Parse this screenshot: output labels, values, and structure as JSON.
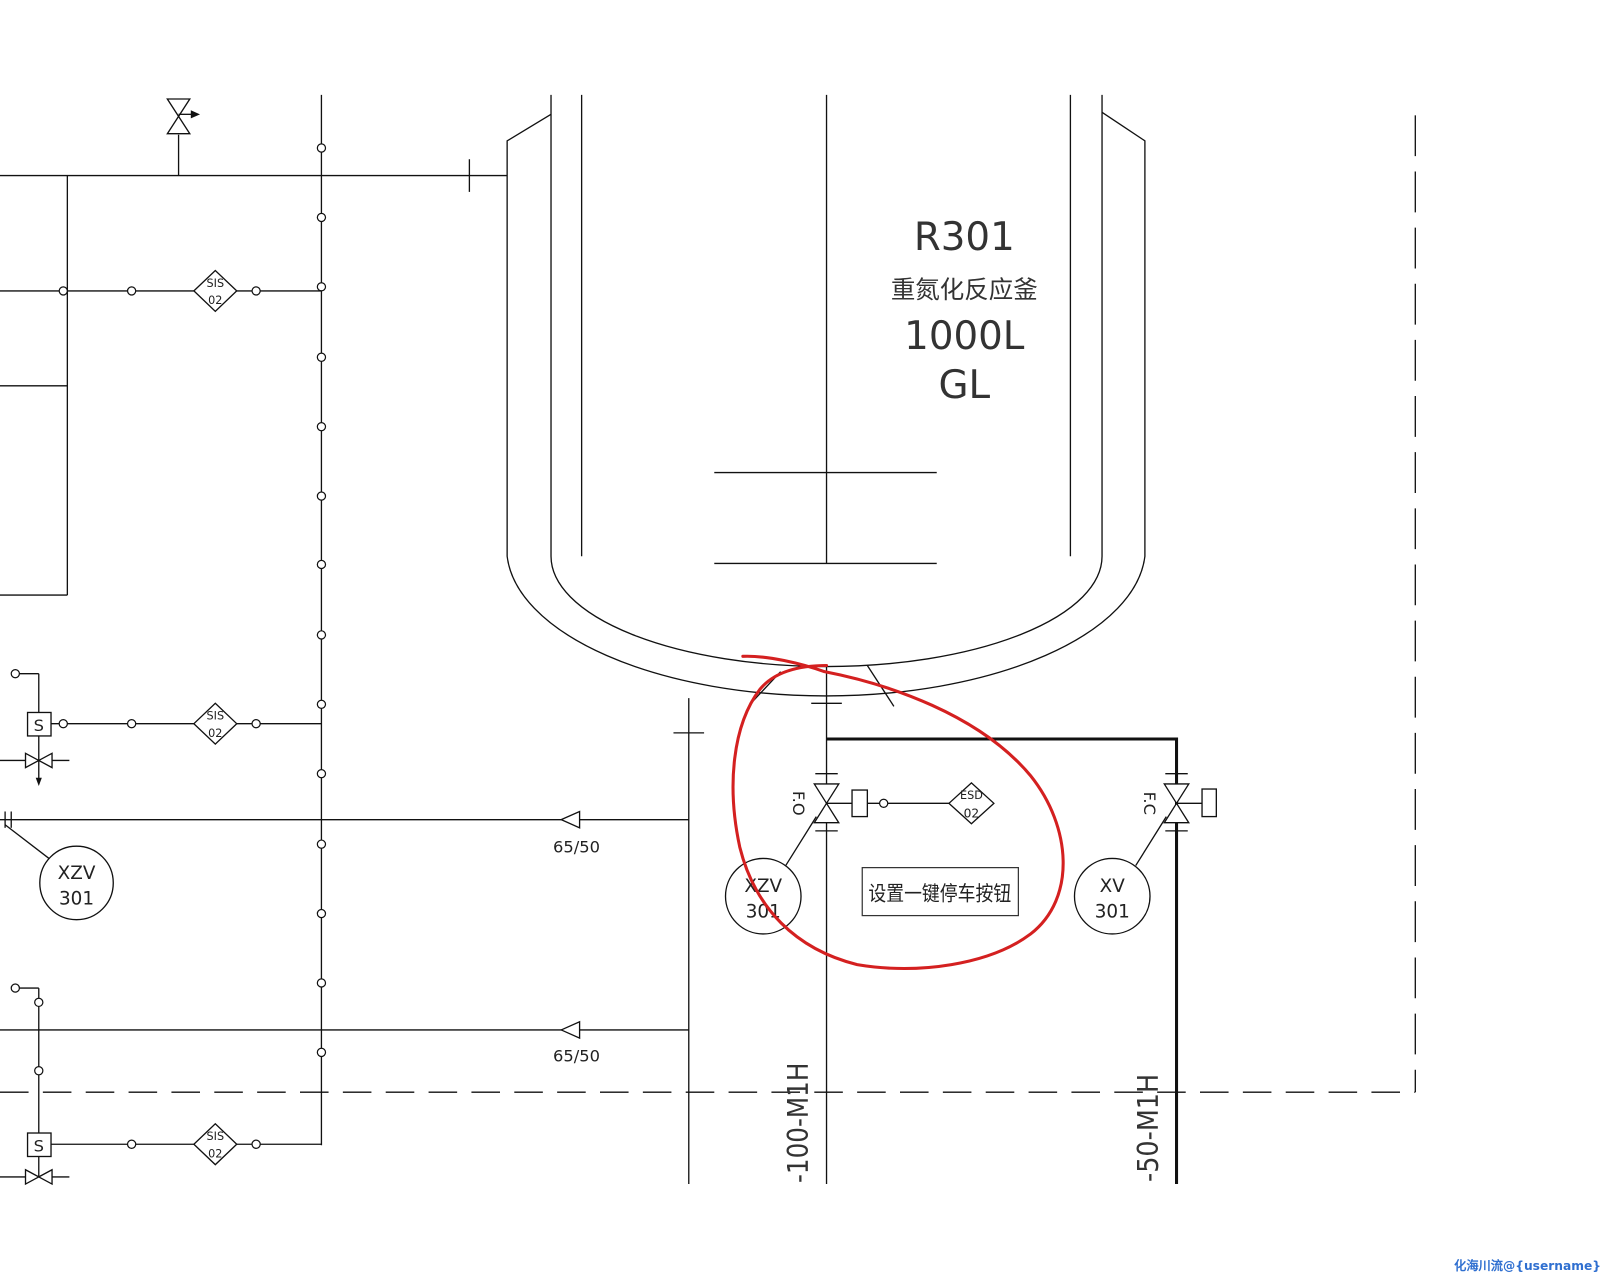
{
  "reactor": {
    "tag": "R301",
    "name": "重氮化反应釜",
    "volume": "1000L",
    "material": "GL"
  },
  "sis_blocks": [
    {
      "line1": "SIS",
      "line2": "02"
    },
    {
      "line1": "SIS",
      "line2": "02"
    },
    {
      "line1": "SIS",
      "line2": "02"
    }
  ],
  "solenoids": [
    "S",
    "S"
  ],
  "left_valve": {
    "type": "XZV",
    "number": "301"
  },
  "flow_labels": [
    "65/50",
    "65/50"
  ],
  "esd_valve": {
    "fail_position": "F.O",
    "type": "XZV",
    "number": "301"
  },
  "esd_block": {
    "line1": "ESD",
    "line2": "02"
  },
  "xv_valve": {
    "fail_position": "F.C",
    "type": "XV",
    "number": "301"
  },
  "annotation": "设置一键停车按钮",
  "line_numbers": [
    "-100-M1H",
    "-50-M1H"
  ],
  "watermark": "化海川流@{username}",
  "colors": {
    "line": "#111111",
    "markup": "#d42020",
    "annotation_text": "#c8860f",
    "watermark": "#2f6fd0"
  }
}
